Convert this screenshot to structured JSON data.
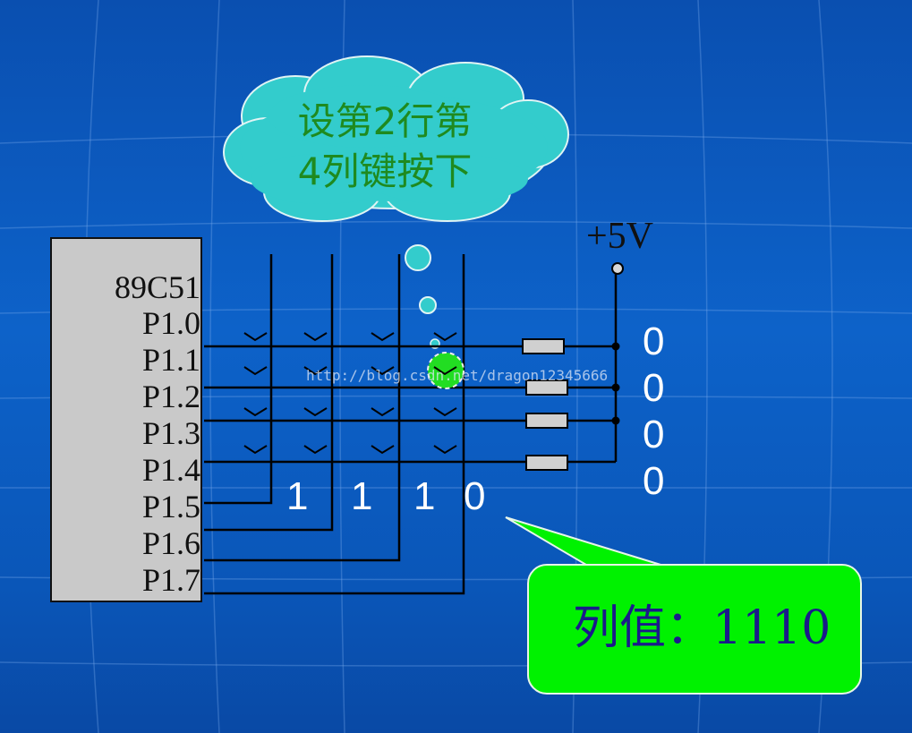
{
  "cloud": {
    "line1": "设第2行第",
    "line2": "4列键按下"
  },
  "chip": {
    "name": "89C51",
    "pins": [
      "P1.0",
      "P1.1",
      "P1.2",
      "P1.3",
      "P1.4",
      "P1.5",
      "P1.6",
      "P1.7"
    ]
  },
  "supply": "+5V",
  "row_values": [
    "0",
    "0",
    "0",
    "0"
  ],
  "column_values": [
    "1",
    "1",
    "1",
    "0"
  ],
  "callout": "列值：1110",
  "watermark": "http://blog.csdn.net/dragon12345666",
  "colors": {
    "background": "#0d62c9",
    "cloud": "#33cccc",
    "callout": "#00f200",
    "pressed_key": "#22dd22",
    "chip": "#c9c9c9",
    "resistor": "#d0d0d0"
  }
}
